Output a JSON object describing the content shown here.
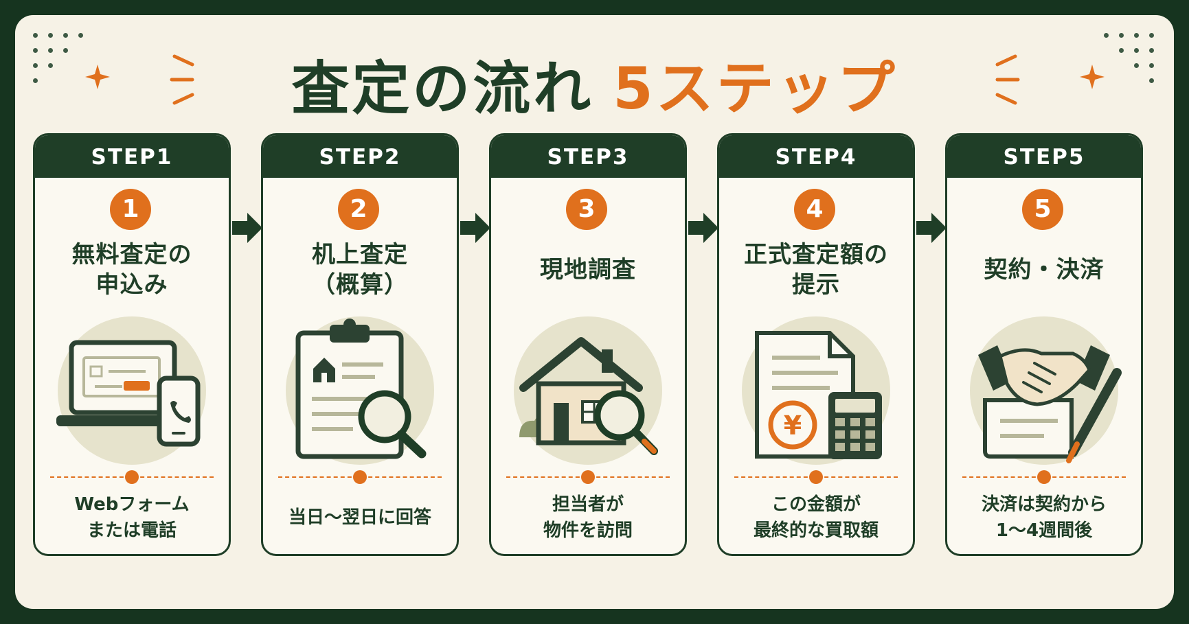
{
  "title": {
    "main": "査定の流れ",
    "accent": "5ステップ"
  },
  "colors": {
    "dark_green": "#1f3e27",
    "orange": "#e0701d",
    "cream": "#f6f2e6",
    "illustration_circle": "#e6e3cc"
  },
  "steps": [
    {
      "label": "STEP1",
      "number": "1",
      "title_lines": [
        "無料査定の",
        "申込み"
      ],
      "illustration": "laptop-phone-icon",
      "note_lines": [
        "Webフォーム",
        "または電話"
      ]
    },
    {
      "label": "STEP2",
      "number": "2",
      "title_lines": [
        "机上査定",
        "（概算）"
      ],
      "illustration": "clipboard-search-icon",
      "note_lines": [
        "当日〜翌日に回答"
      ]
    },
    {
      "label": "STEP3",
      "number": "3",
      "title_lines": [
        "現地調査"
      ],
      "illustration": "house-search-icon",
      "note_lines": [
        "担当者が",
        "物件を訪問"
      ]
    },
    {
      "label": "STEP4",
      "number": "4",
      "title_lines": [
        "正式査定額の",
        "提示"
      ],
      "illustration": "document-yen-calculator-icon",
      "note_lines": [
        "この金額が",
        "最終的な買取額"
      ]
    },
    {
      "label": "STEP5",
      "number": "5",
      "title_lines": [
        "契約・決済"
      ],
      "illustration": "handshake-contract-icon",
      "note_lines": [
        "決済は契約から",
        "1〜4週間後"
      ]
    }
  ]
}
